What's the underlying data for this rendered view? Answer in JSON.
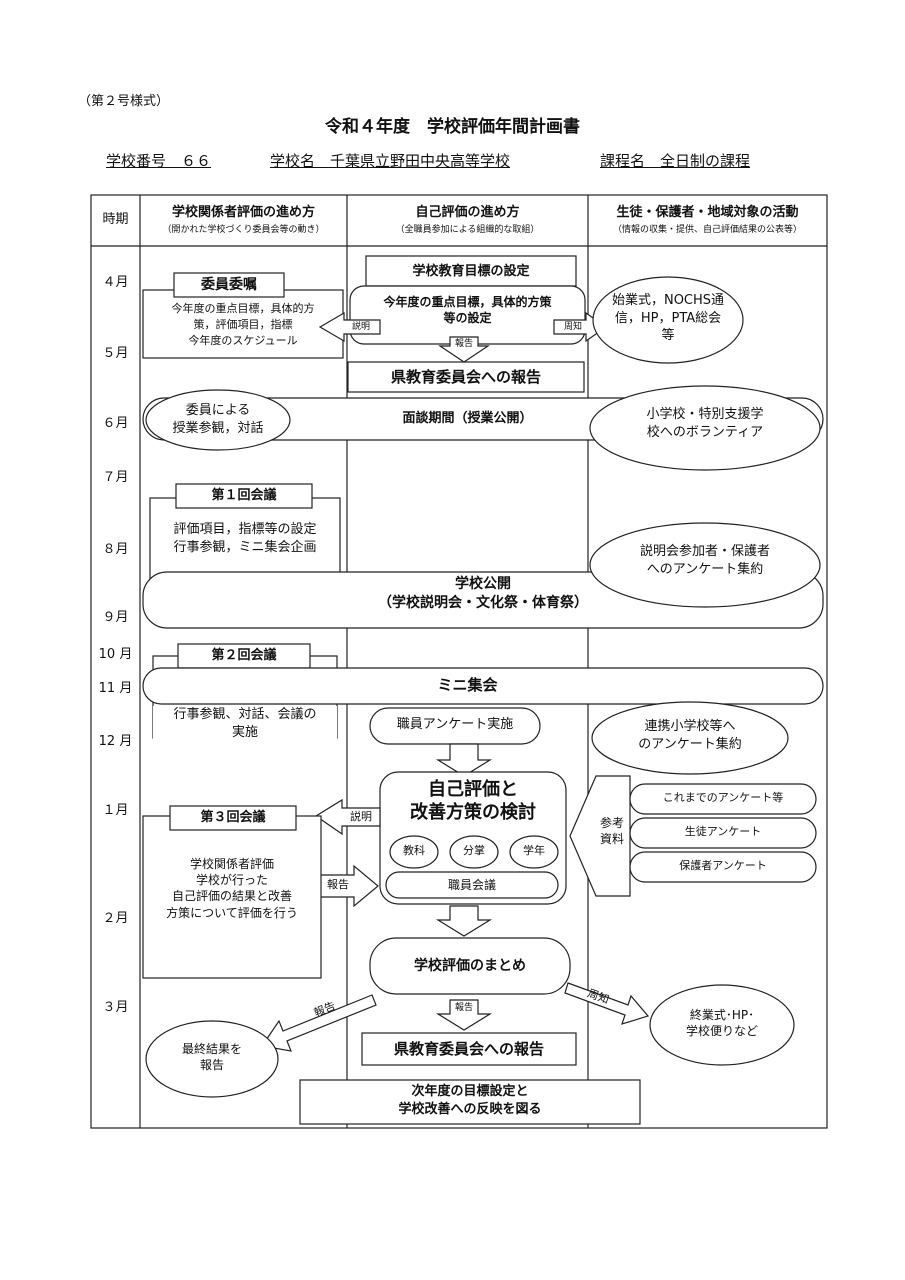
{
  "form_label": "（第２号様式）",
  "title": "令和４年度　学校評価年間計画書",
  "school_number": "学校番号　６６",
  "school_name": "学校名　千葉県立野田中央高等学校",
  "course": "課程名　全日制の課程",
  "headers": {
    "period": "時期",
    "col1_title": "学校関係者評価の進め方",
    "col1_sub": "（開かれた学校づくり委員会等の動き）",
    "col2_title": "自己評価の進め方",
    "col2_sub": "（全職員参加による組織的な取組）",
    "col3_title": "生徒・保護者・地域対象の活動",
    "col3_sub": "（情報の収集・提供、自己評価結果の公表等）"
  },
  "months": [
    "４月",
    "５月",
    "６月",
    "７月",
    "８月",
    "９月",
    "10 月",
    "11 月",
    "12 月",
    "１月",
    "２月",
    "３月"
  ],
  "items": {
    "committee_title": "委員委嘱",
    "committee_text": [
      "今年度の重点目標，具体的方",
      "策，評価項目，指標",
      "今年度のスケジュール"
    ],
    "goal_title": "学校教育目標の設定",
    "goal_text": [
      "今年度の重点目標，具体的方策",
      "等の設定"
    ],
    "explain": "説明",
    "notice": "周知",
    "report": "報告",
    "opening": [
      "始業式，NOCHS通",
      "信，HP，PTA総会",
      "等"
    ],
    "pref_report": "県教育委員会への報告",
    "members_visit": [
      "委員による",
      "授業参観，対話"
    ],
    "interview": "面談期間（授業公開）",
    "volunteer": [
      "小学校・特別支援学",
      "校へのボランティア"
    ],
    "meeting1_title": "第１回会議",
    "meeting1_text": [
      "評価項目，指標等の設定",
      "行事参観，ミニ集会企画"
    ],
    "survey_briefing": [
      "説明会参加者・保護者",
      "へのアンケート集約"
    ],
    "open_school": [
      "学校公開",
      "（学校説明会・文化祭・体育祭）"
    ],
    "meeting2_title": "第２回会議",
    "meeting2_text": [
      "行事参観、対話、会議の",
      "実施"
    ],
    "mini": "ミニ集会",
    "staff_survey": "職員アンケート実施",
    "elementary_survey": [
      "連携小学校等へ",
      "のアンケート集約"
    ],
    "self_eval": [
      "自己評価と",
      "改善方策の検討"
    ],
    "dept1": "教科",
    "dept2": "分掌",
    "dept3": "学年",
    "staff_meeting": "職員会議",
    "reference": [
      "参考",
      "資料"
    ],
    "ref1": "これまでのアンケート等",
    "ref2": "生徒アンケート",
    "ref3": "保護者アンケート",
    "meeting3_title": "第３回会議",
    "meeting3_text": [
      "学校関係者評価",
      "学校が行った",
      "自己評価の結果と改善",
      "方策について評価を行う"
    ],
    "summary": "学校評価のまとめ",
    "closing": [
      "終業式･HP･",
      "学校便りなど"
    ],
    "final": [
      "最終結果を",
      "報告"
    ],
    "next_year": [
      "次年度の目標設定と",
      "学校改善への反映を図る"
    ]
  }
}
